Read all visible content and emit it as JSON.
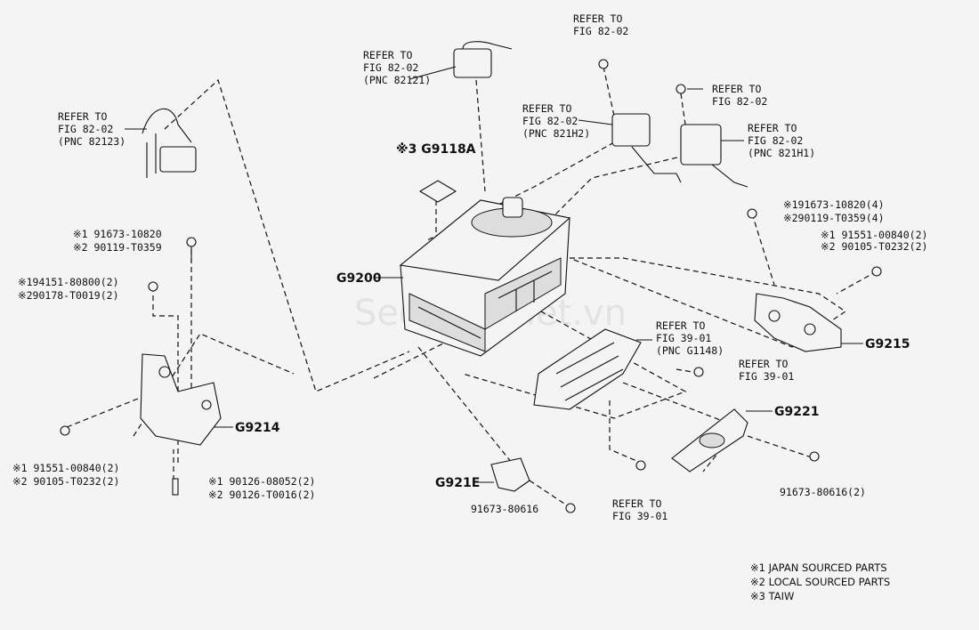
{
  "watermark": "SeoGianViet.vn",
  "refs": {
    "r1": [
      "REFER TO",
      "FIG 82-02",
      "(PNC 82123)"
    ],
    "r2": [
      "REFER TO",
      "FIG 82-02",
      "(PNC 82121)"
    ],
    "r3": [
      "REFER TO",
      "FIG 82-02"
    ],
    "r4": [
      "REFER TO",
      "FIG 82-02",
      "(PNC 821H2)"
    ],
    "r5": [
      "REFER TO",
      "FIG 82-02"
    ],
    "r6": [
      "REFER TO",
      "FIG 82-02",
      "(PNC 821H1)"
    ],
    "r7": [
      "REFER TO",
      "FIG 39-01",
      "(PNC G1148)"
    ],
    "r8": [
      "REFER TO",
      "FIG 39-01"
    ],
    "r9": [
      "REFER TO",
      "FIG 39-01"
    ]
  },
  "callouts": {
    "g9118a": "※3 G9118A",
    "g9200": "G9200",
    "g9214": "G9214",
    "g9215": "G9215",
    "g9221": "G9221",
    "g921e": "G921E"
  },
  "parts": {
    "p1": "※1 91673-10820",
    "p2": "※2 90119-T0359",
    "p3": "※194151-80800(2)",
    "p4": "※290178-T0019(2)",
    "p5": "※1 91551-00840(2)",
    "p6": "※2 90105-T0232(2)",
    "p7": "※1 90126-08052(2)",
    "p8": "※2 90126-T0016(2)",
    "p9": "91673-80616",
    "p10": "※191673-10820(4)",
    "p11": "※290119-T0359(4)",
    "p12": "※1 91551-00840(2)",
    "p13": "※2 90105-T0232(2)",
    "p14": "91673-80616(2)"
  },
  "legend": [
    "※1 JAPAN SOURCED PARTS",
    "※2 LOCAL SOURCED PARTS",
    "※3 TAIW"
  ]
}
